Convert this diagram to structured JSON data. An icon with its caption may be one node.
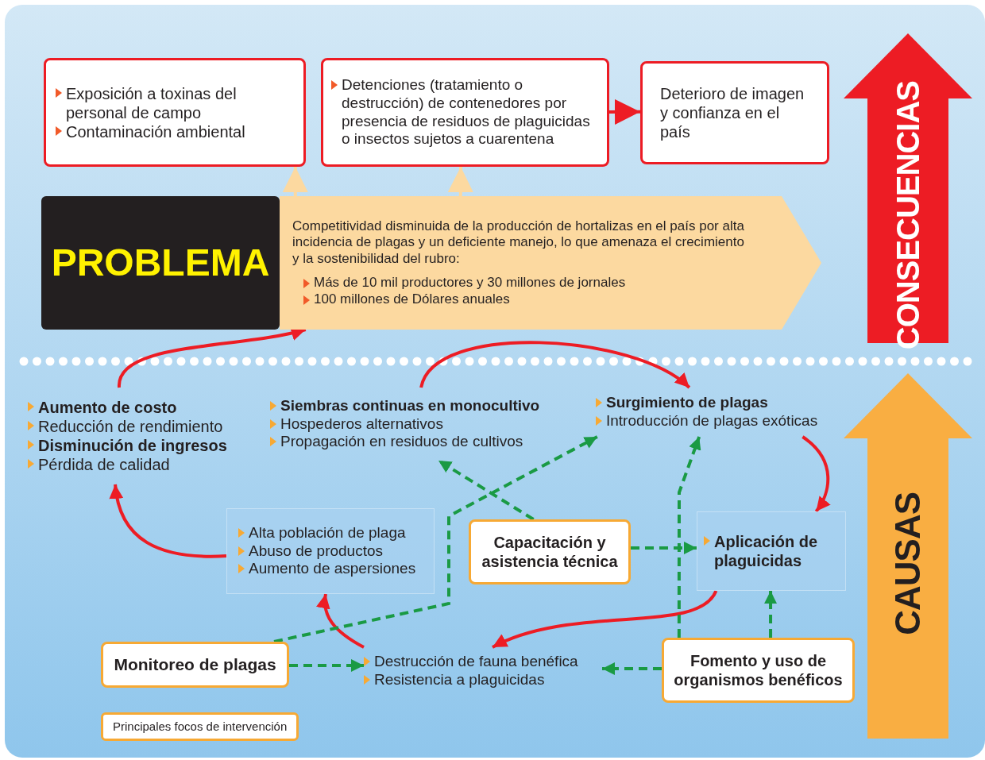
{
  "diagram": {
    "nodes": [
      {
        "text": [
          "Exposición a toxinas del personal de campo",
          "Contaminación ambiental"
        ]
      },
      {
        "text": [
          "Detenciones (tratamiento o destrucción) de contenedores por presencia de residuos de plaguicidas o insectos sujetos a cuarentena"
        ]
      },
      {
        "text": [
          "Deterioro de imagen y confianza en el país"
        ]
      },
      {
        "text": [
          "CONSECUENCIAS"
        ]
      },
      {
        "text": [
          "PROBLEMA"
        ]
      },
      {
        "text": [
          "Competitividad disminuida de la producción de hortalizas en el país por alta incidencia de plagas y un deficiente manejo, lo que amenaza el crecimiento y la sostenibilidad del rubro:",
          "Más de 10 mil productores y 30 millones de jornales",
          "100 millones de Dólares anuales"
        ]
      },
      {
        "text": [
          "Aumento de costo",
          "Reducción de rendimiento",
          "Disminución de ingresos",
          "Pérdida de calidad"
        ]
      },
      {
        "text": [
          "Siembras continuas en monocultivo",
          "Hospederos alternativos",
          "Propagación en residuos de cultivos"
        ]
      },
      {
        "text": [
          "Surgimiento de plagas",
          "Introducción de plagas exóticas"
        ]
      },
      {
        "text": [
          "Alta población de plaga",
          "Abuso de productos",
          "Aumento de aspersiones"
        ]
      },
      {
        "text": [
          "Capacitación y asistencia técnica"
        ]
      },
      {
        "text": [
          "Aplicación de plaguicidas"
        ]
      },
      {
        "text": [
          "Monitoreo de plagas"
        ]
      },
      {
        "text": [
          "Destrucción de fauna benéfica",
          "Resistencia a plaguicidas"
        ]
      },
      {
        "text": [
          "Fomento y uso de organismos benéficos"
        ]
      },
      {
        "text": [
          "CAUSAS"
        ]
      }
    ],
    "edges": [
      {
        "from": 5,
        "to": 0,
        "arrow": "to",
        "color": "#fcd9a0"
      },
      {
        "from": 5,
        "to": 1,
        "arrow": "to",
        "color": "#fcd9a0"
      },
      {
        "from": 1,
        "to": 2,
        "arrow": "to",
        "color": "#ed1c24"
      },
      {
        "from": 6,
        "to": 5,
        "arrow": "to",
        "color": "#ed1c24"
      },
      {
        "from": 7,
        "to": 8,
        "arrow": "to",
        "color": "#ed1c24"
      },
      {
        "from": 8,
        "to": 11,
        "arrow": "to",
        "color": "#ed1c24"
      },
      {
        "from": 11,
        "to": 13,
        "arrow": "to",
        "color": "#ed1c24"
      },
      {
        "from": 13,
        "to": 9,
        "arrow": "to",
        "color": "#ed1c24"
      },
      {
        "from": 9,
        "to": 6,
        "arrow": "to",
        "color": "#ed1c24"
      },
      {
        "from": 12,
        "to": 13,
        "arrow": "to",
        "style": "dashed",
        "color": "#1a9a44"
      },
      {
        "from": 12,
        "to": 8,
        "arrow": "to",
        "style": "dashed",
        "color": "#1a9a44"
      },
      {
        "from": 10,
        "to": 7,
        "arrow": "to",
        "style": "dashed",
        "color": "#1a9a44"
      },
      {
        "from": 10,
        "to": 11,
        "arrow": "to",
        "style": "dashed",
        "color": "#1a9a44"
      },
      {
        "from": 14,
        "to": 13,
        "arrow": "to",
        "style": "dashed",
        "color": "#1a9a44"
      },
      {
        "from": 14,
        "to": 11,
        "arrow": "to",
        "style": "dashed",
        "color": "#1a9a44"
      },
      {
        "from": 14,
        "to": 8,
        "arrow": "to",
        "style": "dashed",
        "color": "#1a9a44"
      }
    ],
    "legend": [
      {
        "text": "Principales focos de intervención"
      }
    ]
  }
}
